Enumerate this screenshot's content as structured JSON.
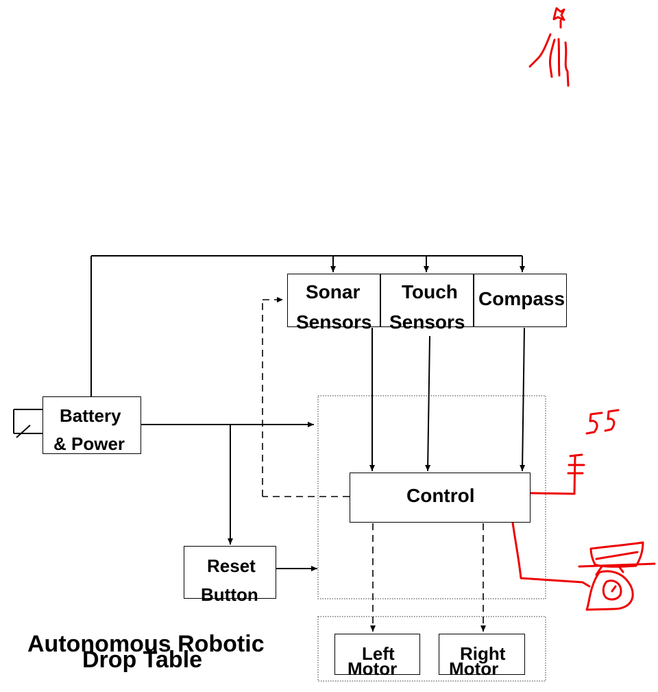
{
  "diagram": {
    "title_line1": "Autonomous Robotic",
    "title_line2": "Drop Table",
    "blocks": {
      "sonar": {
        "line1": "Sonar",
        "line2": "Sensors"
      },
      "touch": {
        "line1": "Touch",
        "line2": "Sensors"
      },
      "compass": {
        "label": "Compass"
      },
      "battery": {
        "line1": "Battery",
        "line2": "& Power"
      },
      "control": {
        "label": "Control"
      },
      "reset": {
        "line1": "Reset",
        "line2": "Button"
      },
      "left_motor": {
        "line1": "Left",
        "line2": "Motor"
      },
      "right_motor": {
        "line1": "Right",
        "line2": "Motor"
      }
    },
    "annotations": {
      "handwritten_number": "55"
    },
    "colors": {
      "line": "#000000",
      "annotation": "#ee0000",
      "dotted_border": "#555555"
    }
  }
}
